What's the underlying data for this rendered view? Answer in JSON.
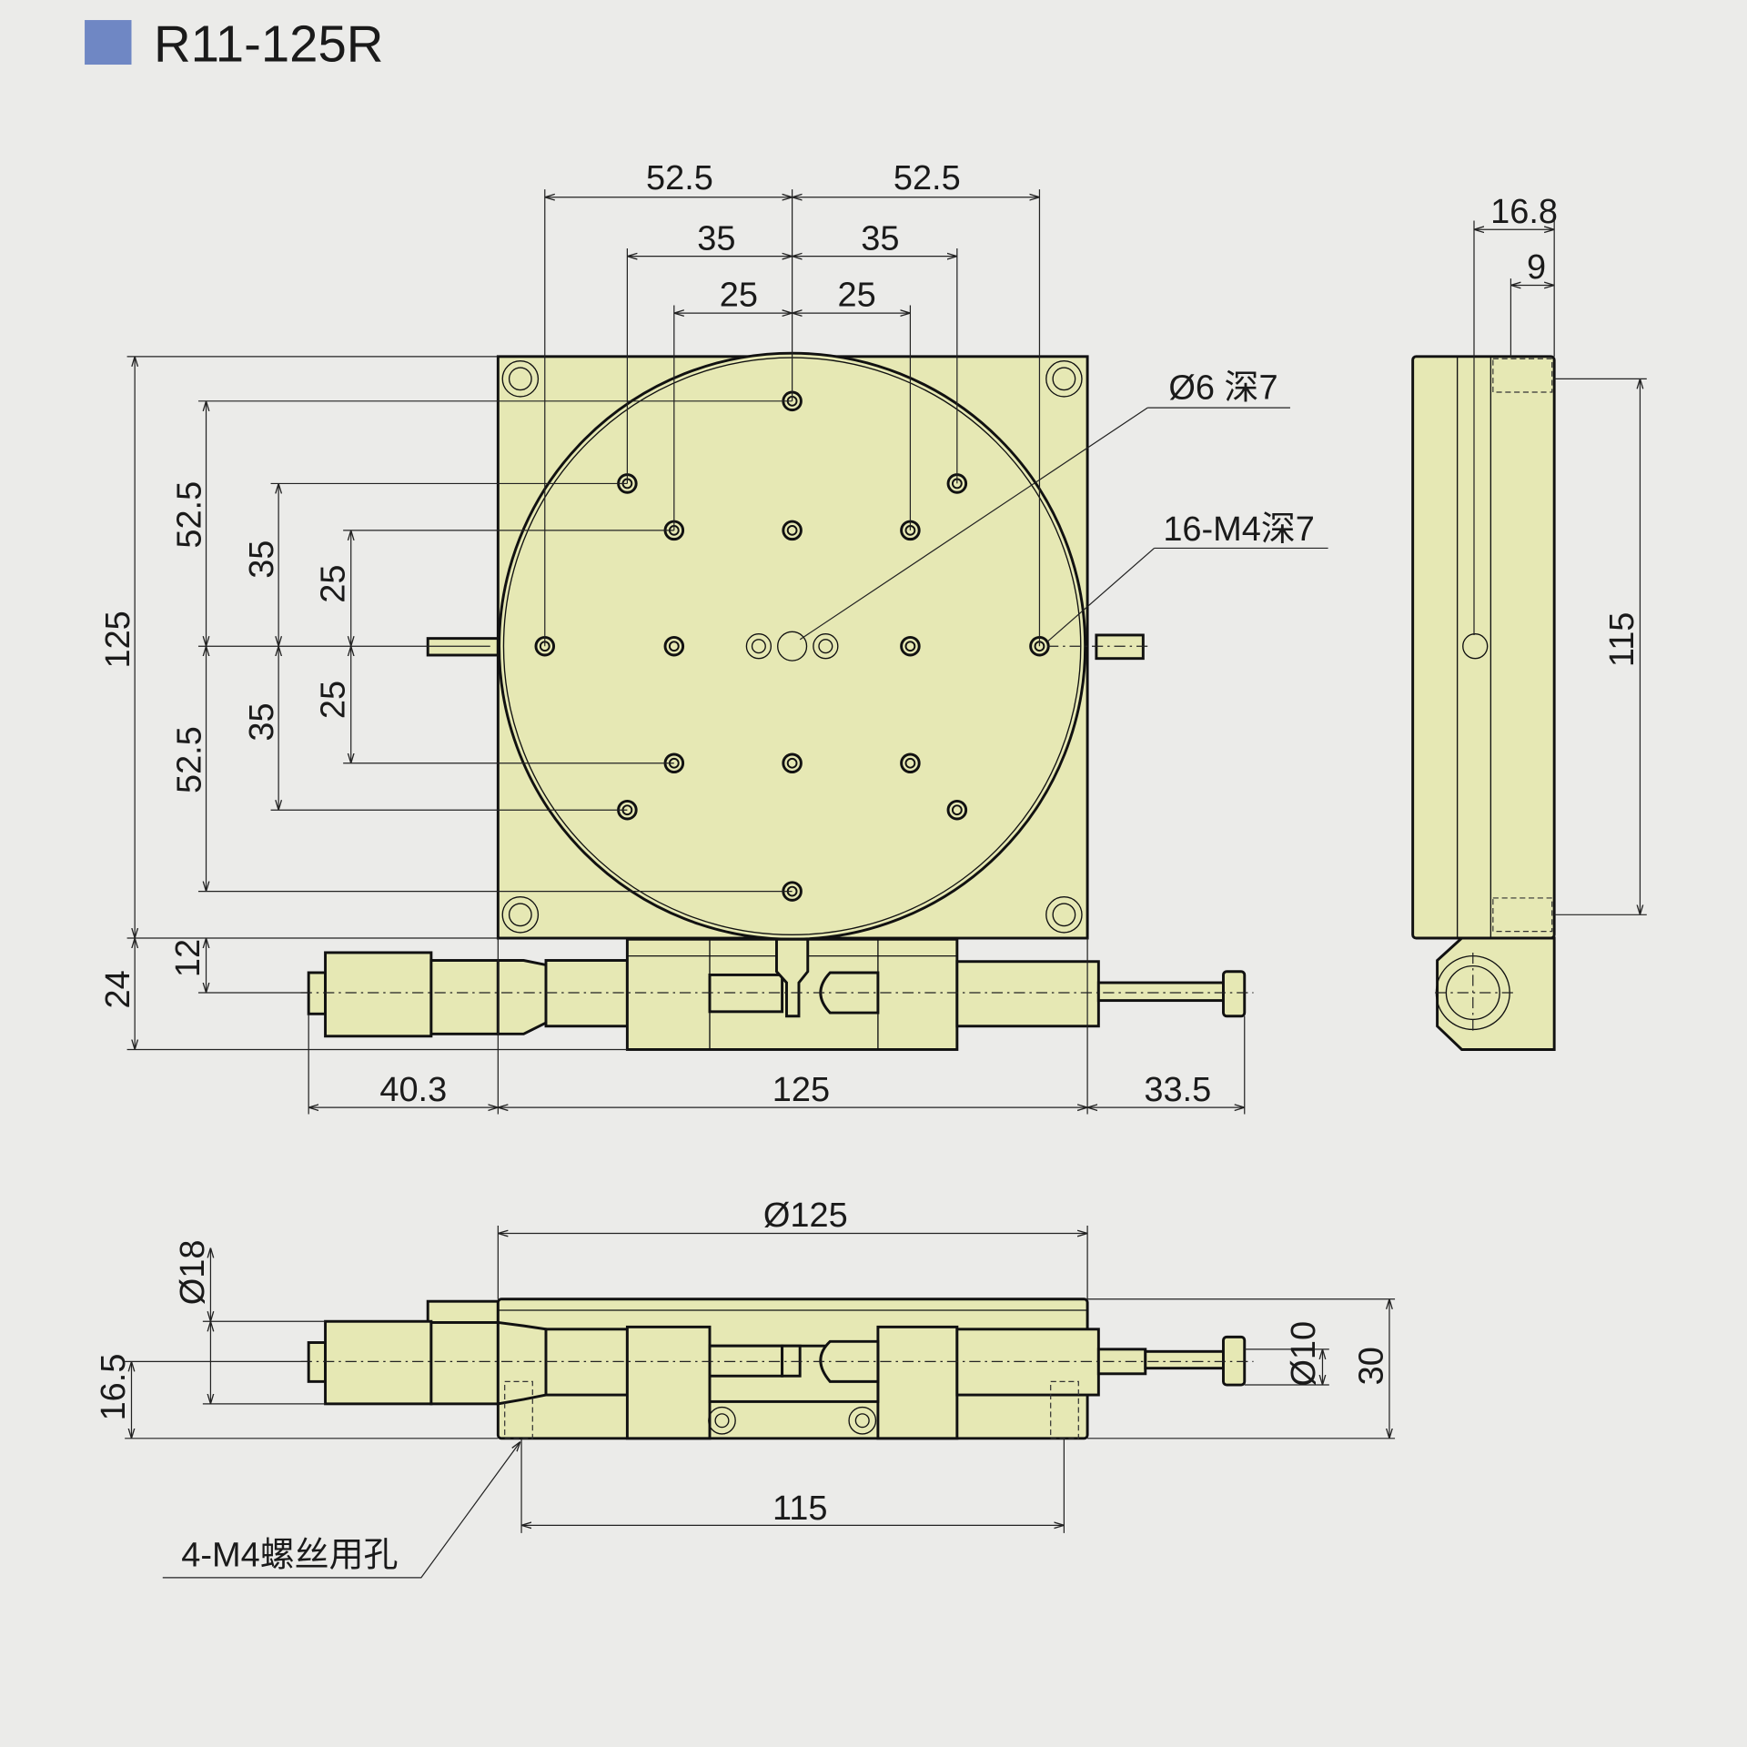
{
  "title": "R11-125R",
  "colors": {
    "title_marker": "#6f87c4",
    "part_fill": "#e6e8b4",
    "background": "#ebebe9"
  },
  "top_view": {
    "h_outer_left": "52.5",
    "h_outer_right": "52.5",
    "h_mid_left": "35",
    "h_mid_right": "35",
    "h_inner_left": "25",
    "h_inner_right": "25",
    "v_outer_top": "52.5",
    "v_outer_bottom": "52.5",
    "v_mid_top": "35",
    "v_mid_bottom": "35",
    "v_inner_top": "25",
    "v_inner_bottom": "25",
    "overall_height": "125",
    "micrometer_height": "24",
    "micrometer_axis": "12",
    "left_overhang": "40.3",
    "width": "125",
    "right_overhang": "33.5",
    "center_hole_note": "Ø6 深7",
    "tapped_holes_note": "16-M4深7"
  },
  "side_view": {
    "thickness": "16.8",
    "offset": "9",
    "hole_pitch": "115"
  },
  "front_view": {
    "diameter": "Ø125",
    "height": "30",
    "knob_dia": "Ø10",
    "barrel_dia": "Ø18",
    "axis_height": "16.5",
    "hole_pitch": "115",
    "mount_note": "4-M4螺丝用孔"
  }
}
